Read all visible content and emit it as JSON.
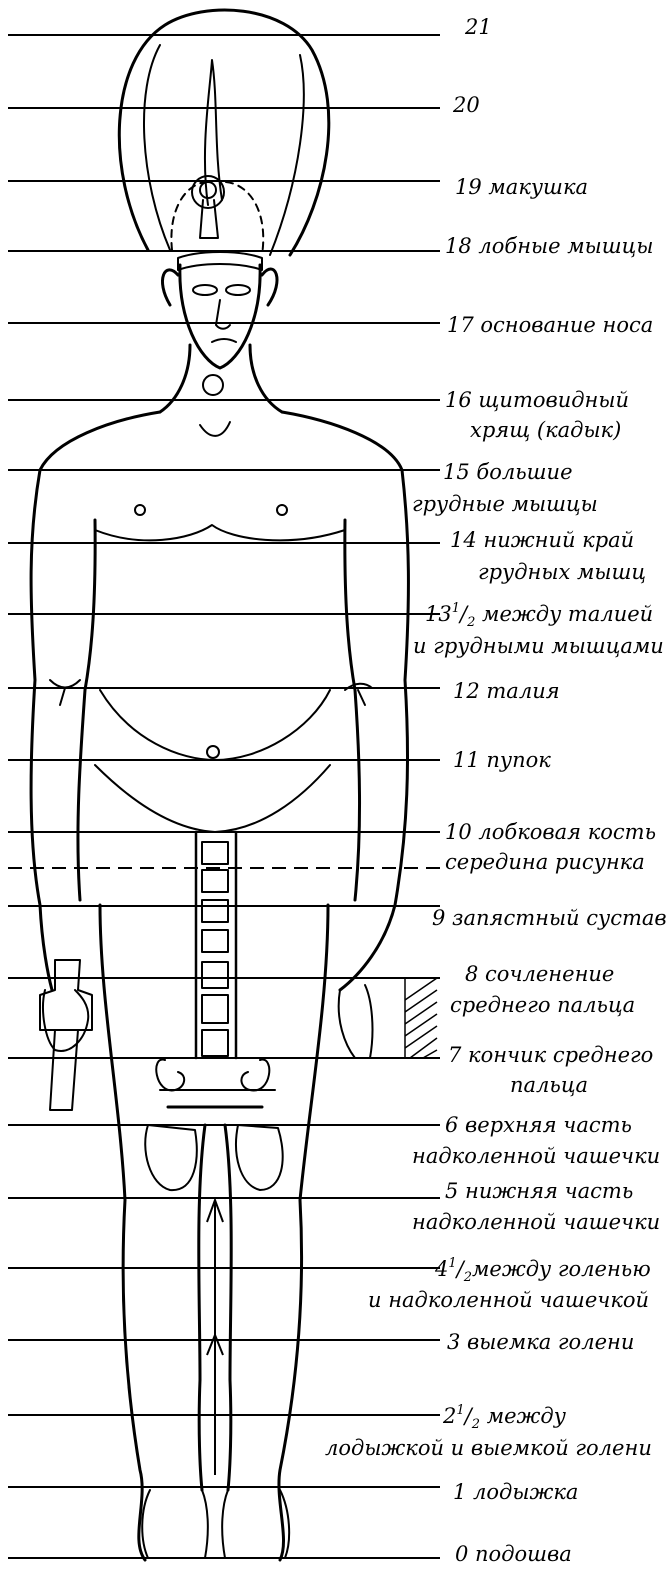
{
  "labels": {
    "l21": "21",
    "l20": "20",
    "l19": "19 макушка",
    "l18": "18 лобные мышцы",
    "l17": "17 основание носа",
    "l16a": "16 щитовидный",
    "l16b": "хрящ (кадык)",
    "l15a": "15 большие",
    "l15b": "грудные мышцы",
    "l14a": "14 нижний край",
    "l14b": "грудных мышц",
    "l13n": "13",
    "l13s": "1",
    "l13d": "/",
    "l13b": "2",
    "l13t": " между талией",
    "l13c": "и грудными мышцами",
    "l12": "12 талия",
    "l11": "11 пупок",
    "l10a": "10 лобковая кость",
    "l10b": "середина рисунка",
    "l9": "9 запястный сустав",
    "l8a": "8 сочленение",
    "l8b": "среднего пальца",
    "l7a": "7 кончик среднего",
    "l7b": "пальца",
    "l6a": "6 верхняя часть",
    "l6b": "надколенной чашечки",
    "l5a": "5 нижняя часть",
    "l5b": "надколенной чашечки",
    "l4n": "4",
    "l4s": "1",
    "l4d": "/",
    "l4b": "2",
    "l4t": "между голенью",
    "l4c": "и надколенной чашечкой",
    "l3": "3 выемка голени",
    "l2n": "2",
    "l2s": "1",
    "l2d": "/",
    "l2b": "2",
    "l2t": " между",
    "l2c": "лодыжкой и выемкой голени",
    "l1": "1 лодыжка",
    "l0": "0 подошва"
  }
}
